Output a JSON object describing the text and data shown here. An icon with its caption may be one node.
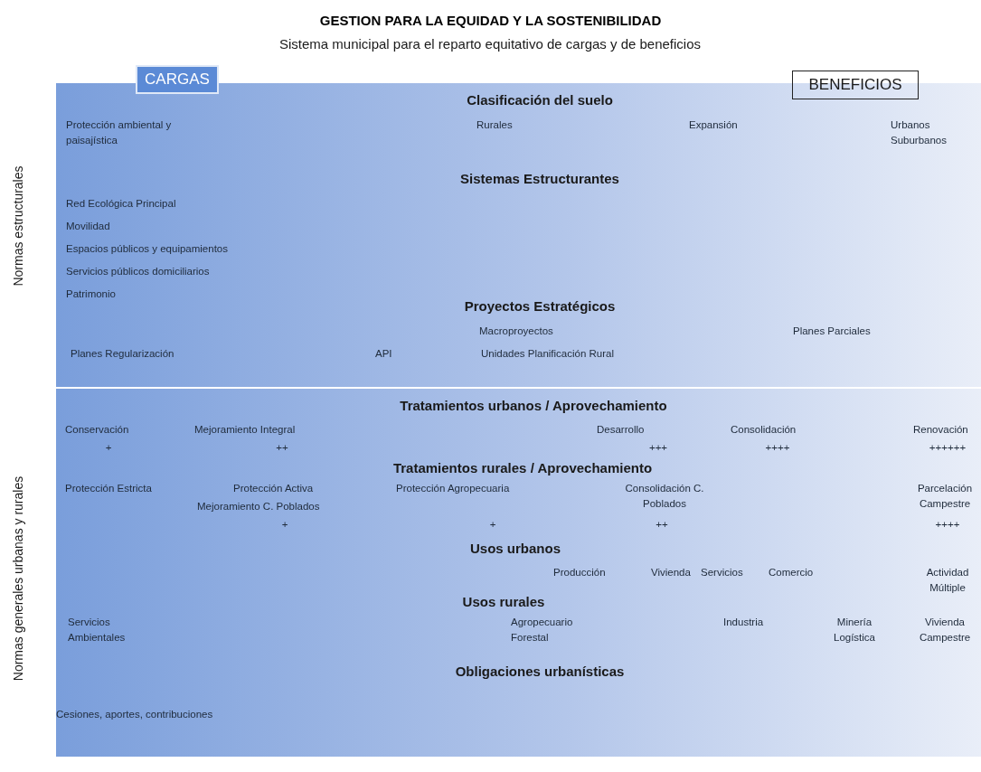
{
  "diagram": {
    "title": "GESTION PARA LA EQUIDAD Y LA SOSTENIBILIDAD",
    "nodes": [
      {
        "text": [
          "CARGAS"
        ]
      },
      {
        "text": [
          "BENEFICIOS"
        ]
      }
    ],
    "labels": [
      "Sistema municipal para el reparto equitativo de cargas y de beneficios",
      "Normas estructurales",
      "Normas generales urbanas y rurales",
      "Clasificación del suelo",
      "Protección ambiental y paisajística",
      "Rurales",
      "Expansión",
      "Urbanos Suburbanos",
      "Sistemas Estructurantes",
      "Red Ecológica Principal",
      "Movilidad",
      "Espacios públicos y equipamientos",
      "Servicios públicos domiciliarios",
      "Patrimonio",
      "Proyectos Estratégicos",
      "Macroproyectos",
      "Planes Parciales",
      "Planes Regularización",
      "API",
      "Unidades Planificación Rural",
      "Tratamientos urbanos / Aprovechamiento",
      "Conservación",
      "Mejoramiento Integral",
      "Desarrollo",
      "Consolidación",
      "Renovación",
      "+",
      "++",
      "+++",
      "++++",
      "++++++",
      "Tratamientos rurales / Aprovechamiento",
      "Protección Estricta",
      "Protección Activa",
      "Protección Agropecuaria",
      "Consolidación C. Poblados",
      "Parcelación Campestre",
      "Mejoramiento C. Poblados",
      "+",
      "+",
      "++",
      "++++",
      "Usos urbanos",
      "Producción",
      "Vivienda",
      "Servicios",
      "Comercio",
      "Actividad Múltiple",
      "Usos rurales",
      "Servicios Ambientales",
      "Agropecuario Forestal",
      "Industria",
      "Minería Logística",
      "Vivienda Campestre",
      "Obligaciones urbanísticas",
      "Cesiones, aportes, contribuciones"
    ]
  }
}
